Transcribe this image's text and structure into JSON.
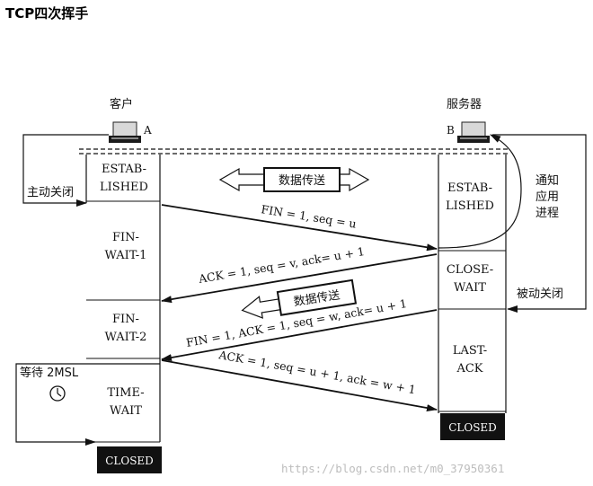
{
  "page": {
    "title": "TCP四次挥手"
  },
  "client": {
    "label": "客户",
    "host_letter": "A",
    "states": {
      "established": [
        "ESTAB-",
        "LISHED"
      ],
      "fin_wait_1": [
        "FIN-",
        "WAIT-1"
      ],
      "fin_wait_2": [
        "FIN-",
        "WAIT-2"
      ],
      "time_wait": [
        "TIME-",
        "WAIT"
      ],
      "closed": "CLOSED"
    },
    "active_close": "主动关闭",
    "wait_2msl": "等待 2MSL"
  },
  "server": {
    "label": "服务器",
    "host_letter": "B",
    "states": {
      "established": [
        "ESTAB-",
        "LISHED"
      ],
      "close_wait": [
        "CLOSE-",
        "WAIT"
      ],
      "last_ack": [
        "LAST-",
        "ACK"
      ],
      "closed": "CLOSED"
    },
    "passive_close": "被动关闭",
    "notify_app": [
      "通知",
      "应用",
      "进程"
    ]
  },
  "data_transfer_label": "数据传送",
  "messages": {
    "fin1": "FIN = 1, seq = u",
    "ack1": "ACK = 1, seq = v, ack= u + 1",
    "fin2": "FIN = 1, ACK = 1, seq = w, ack= u + 1",
    "ack2": "ACK = 1, seq = u + 1, ack = w + 1"
  },
  "watermark": "https://blog.csdn.net/m0_37950361"
}
